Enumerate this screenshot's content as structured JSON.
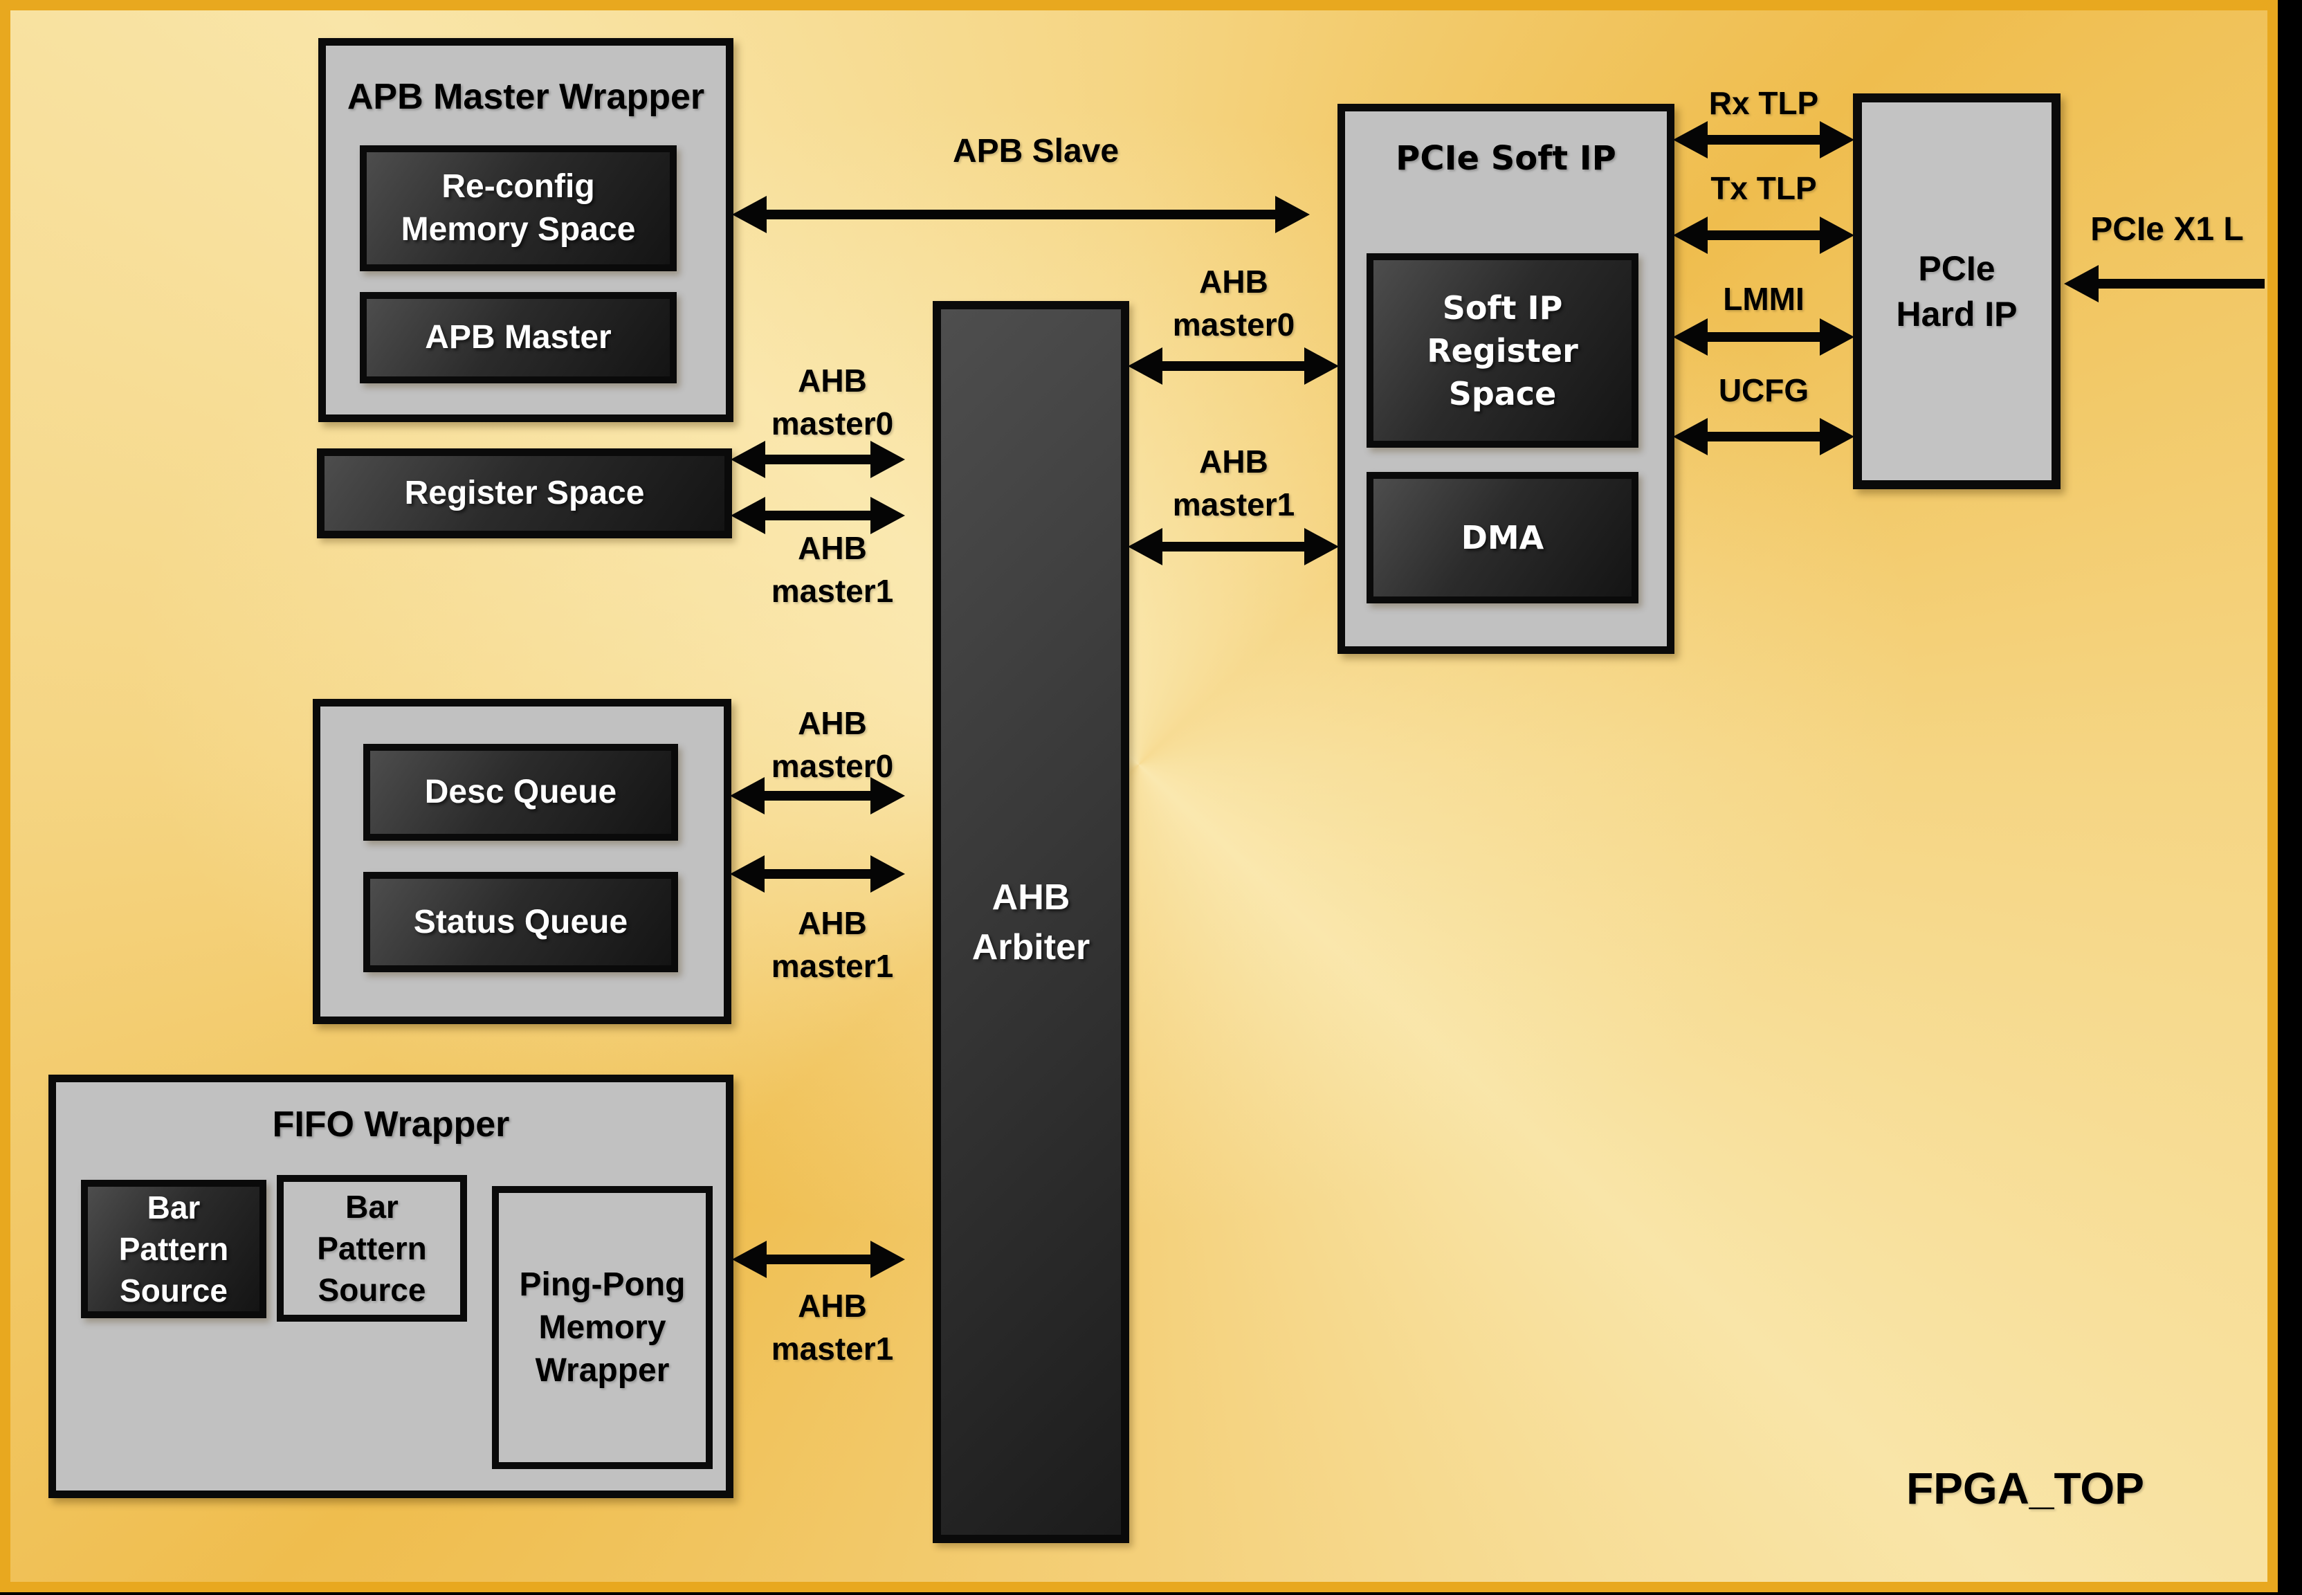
{
  "diagram_title": "FPGA_TOP",
  "blocks": {
    "apb_master_wrapper": {
      "title": "APB Master Wrapper",
      "reconfig": "Re-config\nMemory Space",
      "apb_master": "APB Master"
    },
    "register_space": "Register Space",
    "queue_wrapper": {
      "desc_queue": "Desc Queue",
      "status_queue": "Status Queue"
    },
    "fifo_wrapper": {
      "title": "FIFO Wrapper",
      "bar_pattern_source_1": "Bar\nPattern\nSource",
      "bar_pattern_source_2": "Bar\nPattern\nSource",
      "ping_pong": "Ping-Pong\nMemory\nWrapper"
    },
    "ahb_arbiter": "AHB\nArbiter",
    "pcie_soft_ip": {
      "title": "PCIe Soft IP",
      "register_space": "Soft IP\nRegister\nSpace",
      "dma": "DMA"
    },
    "pcie_hard_ip": "PCIe\nHard IP"
  },
  "bus_labels": {
    "apb_slave": "APB Slave",
    "reg_m0": "AHB\nmaster0",
    "reg_m1": "AHB\nmaster1",
    "queue_m0": "AHB\nmaster0",
    "queue_m1": "AHB\nmaster1",
    "fifo_m1": "AHB\nmaster1",
    "soft_m0": "AHB\nmaster0",
    "soft_m1": "AHB\nmaster1",
    "rx_tlp": "Rx TLP",
    "tx_tlp": "Tx TLP",
    "lmmi": "LMMI",
    "ucfg": "UCFG",
    "pcie_x1": "PCIe X1 L"
  },
  "colors": {
    "frame_border": "#E8A81F",
    "canvas_light": "#F9E5A8",
    "canvas_dark": "#EFBD4E",
    "wrapper_gray": "#C1C1C1",
    "dark_box": "#2B2B2B",
    "line_black": "#050505",
    "text_white": "#FFFFFF",
    "text_black": "#000000"
  }
}
